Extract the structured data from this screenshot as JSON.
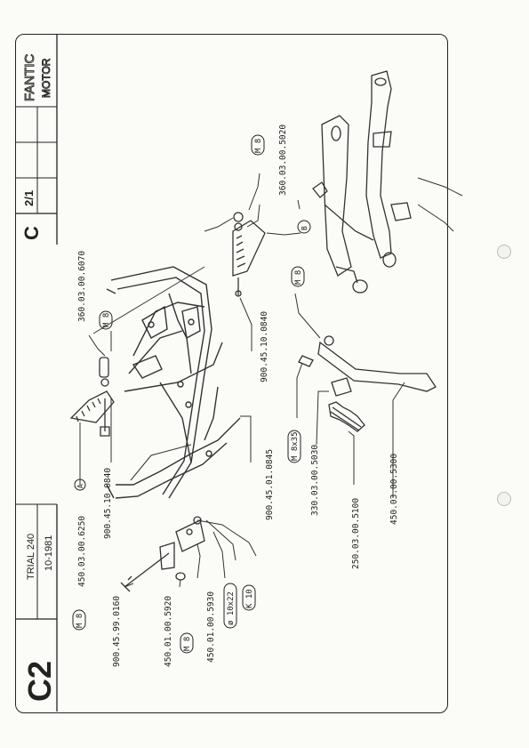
{
  "page": {
    "section_code": "C2",
    "section_letter": "C",
    "sheet_fraction": "2/1",
    "model": "TRIAL 240",
    "date": "10-1981",
    "brand_line1": "FANTIC",
    "brand_line2": "MOTOR"
  },
  "parts": [
    {
      "id": "p1",
      "number": "360.03.00.6070"
    },
    {
      "id": "p2",
      "number": "360.03.00.5020"
    },
    {
      "id": "p3",
      "number": "900.45.10.0840"
    },
    {
      "id": "p4",
      "number": "900.45.10.0840"
    },
    {
      "id": "p5",
      "number": "900.45.01.0845"
    },
    {
      "id": "p6",
      "number": "450.03.00.6250"
    },
    {
      "id": "p7",
      "number": "900.45.99.0160"
    },
    {
      "id": "p8",
      "number": "450.01.00.5920"
    },
    {
      "id": "p9",
      "number": "450.01.00.5930"
    },
    {
      "id": "p10",
      "number": "330.03.00.5030"
    },
    {
      "id": "p11",
      "number": "250.03.00.5100"
    },
    {
      "id": "p12",
      "number": "450.03.00.5300"
    }
  ],
  "tags": {
    "m8_a": "M 8",
    "m8_b": "M 8",
    "m8_c": "M 8",
    "m8_d": "M 8",
    "m8_e": "M 8",
    "washer": "ø 10x22",
    "k10": "K 10",
    "m_8x35": "M 8x35",
    "circle_a": "A",
    "circle_b": "B"
  }
}
